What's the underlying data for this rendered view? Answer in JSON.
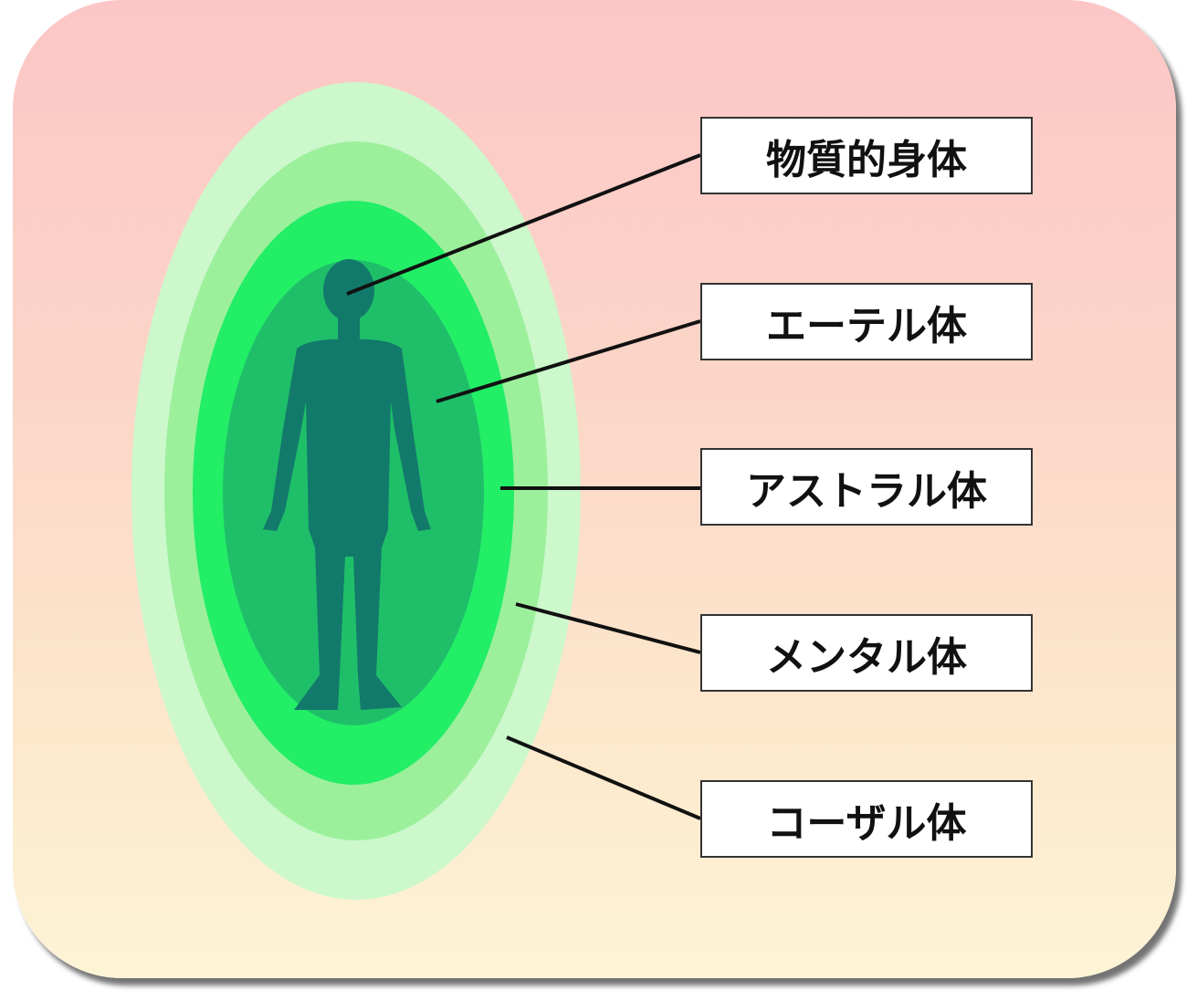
{
  "title": "Human subtle bodies diagram",
  "labels": [
    "物質的身体",
    "エーテル体",
    "アストラル体",
    "メンタル体",
    "コーザル体"
  ],
  "colors": {
    "outer": "#ccf8cc",
    "second": "#9cf09c",
    "third": "#22ee66",
    "inner": "#1fbf6a",
    "figure": "#127a6a"
  }
}
